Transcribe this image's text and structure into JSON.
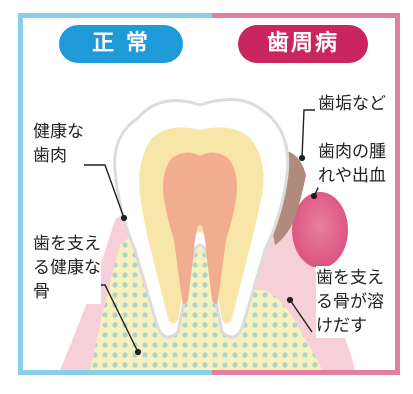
{
  "panels": {
    "normal": {
      "title": "正 常",
      "frame_color": "#88cfe9",
      "title_color": "#1e9ad8"
    },
    "disease": {
      "title": "歯周病",
      "frame_color": "#e4809f",
      "title_color": "#c9255f"
    }
  },
  "labels": {
    "healthy_gum": [
      "健康な",
      "歯肉"
    ],
    "healthy_bone": [
      "歯を支え",
      "る健康な",
      "骨"
    ],
    "plaque": [
      "歯垢など"
    ],
    "swollen_gum": [
      "歯肉の腫",
      "れや出血"
    ],
    "dissolving_bone": [
      "歯を支え",
      "る骨が溶",
      "けだす"
    ]
  },
  "colors": {
    "bone": "#f7f1bf",
    "bone_dots": "#9fd0c8",
    "gum": "#f7cfd8",
    "swollen_gum": "#e3668c",
    "plaque": "#b08a7a",
    "enamel": "#ffffff",
    "dentin": "#f8e6a8",
    "pulp": "#f2ad8e",
    "outline": "#dcdcdc"
  }
}
